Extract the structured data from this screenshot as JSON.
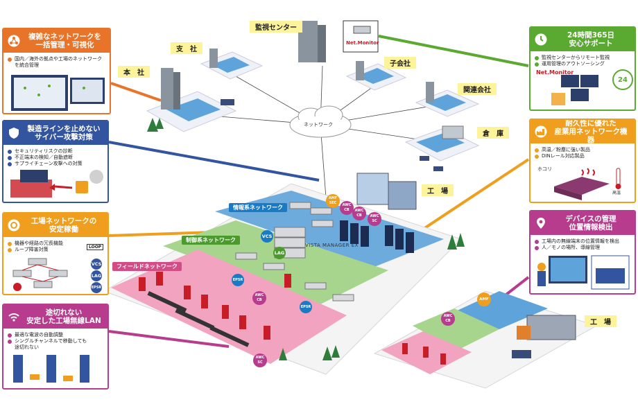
{
  "colors": {
    "orange": "#e8742a",
    "blue": "#33549f",
    "green": "#5aaa31",
    "amber": "#ef9e1d",
    "magenta": "#b83c8d",
    "lightblue": "#5ea3d9",
    "lightgreen": "#a7d58d",
    "pink": "#f2a3bf",
    "label_yellow": "#fdf39a"
  },
  "panels": {
    "manage": {
      "title": "複雑なネットワークを\n一括管理・可視化",
      "bullets": [
        "国内／海外の拠点や工場のネットワークを統合管理"
      ],
      "icon": "network-icon"
    },
    "security": {
      "title": "製造ラインを止めない\nサイバー攻撃対策",
      "bullets": [
        "セキュリティリスクの診断",
        "不正端末の検知／自動遮断",
        "サプライチェーン攻撃への対策"
      ],
      "icon": "shield-icon"
    },
    "stable": {
      "title": "工場ネットワークの\n安定稼働",
      "bullets": [
        "機器や経路の冗長機能",
        "ループ障害対策"
      ],
      "icon": "gear-icon",
      "logo": "LOOP"
    },
    "wireless": {
      "title": "途切れない\n安定した工場無線LAN",
      "bullets": [
        "最適な電波の自動調整",
        "シングルチャンネルで移動しても途切れない"
      ],
      "icon": "wifi-icon"
    },
    "support": {
      "title": "24時間365日\n安心サポート",
      "bullets": [
        "監視センターからリモート監視",
        "運用管理のアウトソーシング"
      ],
      "icon": "clock-icon",
      "logo": "Net.Monitor",
      "badge": "24"
    },
    "durable": {
      "title": "耐久性に優れた\n産業用ネットワーク機器",
      "bullets": [
        "高温／粉塵に強い製品",
        "DINレール対応製品"
      ],
      "icon": "factory-icon",
      "dust": "ホコリ",
      "heat": "高温"
    },
    "device": {
      "title": "デバイスの管理\n位置情報検出",
      "bullets": [
        "工場内の無線端末の位置情報を検出",
        "人／モノの場所、導線管理"
      ],
      "icon": "location-pin-icon"
    }
  },
  "sites": {
    "hq": "本　社",
    "branch": "支　社",
    "monitor": "監視センター",
    "subsidiary": "子会社",
    "affiliate": "関連会社",
    "warehouse": "倉　庫",
    "factory": "工　場",
    "factory2": "工　場"
  },
  "cloud": "ネットワーク",
  "monitor_logo": "Net.Monitor",
  "networks": {
    "info": "情報系ネットワーク",
    "control": "制御系ネットワーク",
    "field": "フィールドネットワーク"
  },
  "product": "VISTA MANAGER EX",
  "badges": {
    "amf": "AMF",
    "amfsec": "AMF\nSEC",
    "awc_cb": "AWC\nCB",
    "awc_sc": "AWC\nSC",
    "vcs": "VCS",
    "lag": "LAG",
    "epsr": "EPSR"
  }
}
